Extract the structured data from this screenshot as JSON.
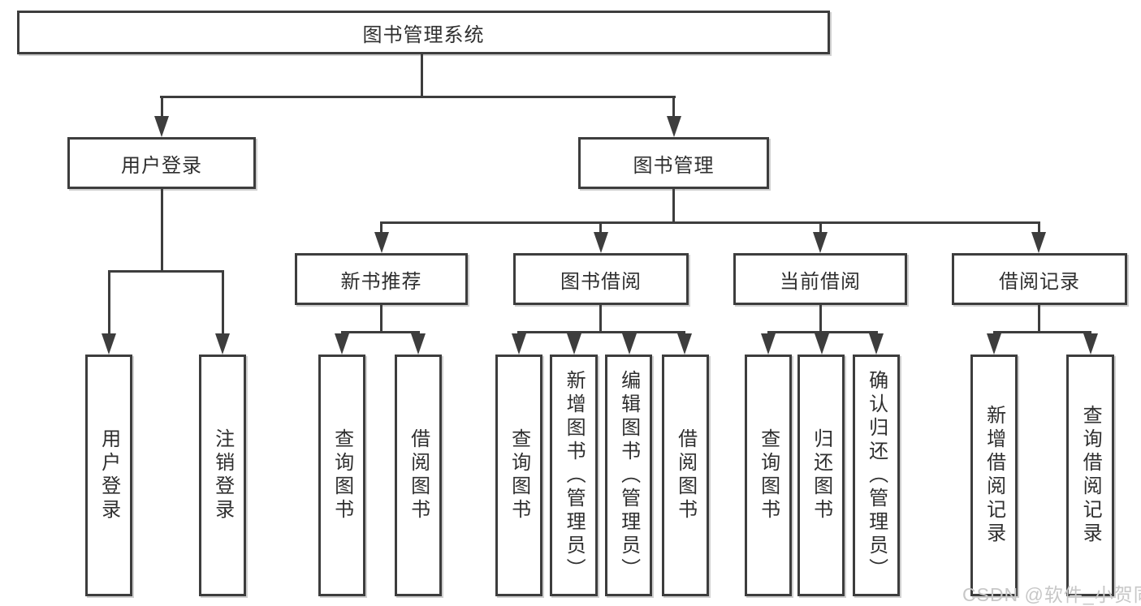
{
  "diagram": {
    "root": {
      "label": "图书管理系统"
    },
    "level2": [
      {
        "label": "用户登录",
        "children": [
          {
            "label": "用户登录"
          },
          {
            "label": "注销登录"
          }
        ]
      },
      {
        "label": "图书管理",
        "children": [
          {
            "label": "新书推荐",
            "children": [
              {
                "label": "查询图书"
              },
              {
                "label": "借阅图书"
              }
            ]
          },
          {
            "label": "图书借阅",
            "children": [
              {
                "label": "查询图书"
              },
              {
                "label": "新增图书（管理员）"
              },
              {
                "label": "编辑图书（管理员）"
              },
              {
                "label": "借阅图书"
              }
            ]
          },
          {
            "label": "当前借阅",
            "children": [
              {
                "label": "查询图书"
              },
              {
                "label": "归还图书"
              },
              {
                "label": "确认归还（管理员）"
              }
            ]
          },
          {
            "label": "借阅记录",
            "children": [
              {
                "label": "新增借阅记录"
              },
              {
                "label": "查询借阅记录"
              }
            ]
          }
        ]
      }
    ]
  },
  "watermark": {
    "text": "CSDN @软件_小贺同学"
  },
  "colors": {
    "line": "#3d3d3d",
    "border": "#3d3d3d",
    "text": "#2f2f2f",
    "watermark": "#c7c7c7",
    "background": "#ffffff"
  }
}
